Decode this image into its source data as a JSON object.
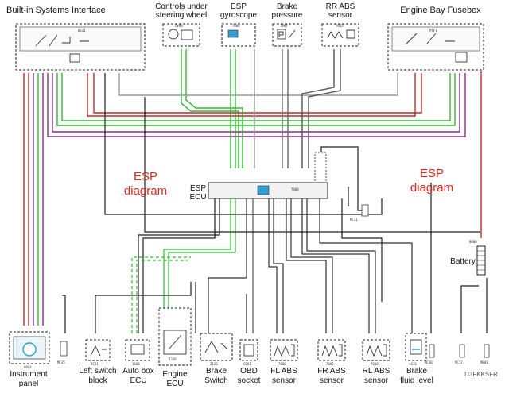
{
  "colors": {
    "green": "#2fbd2f",
    "purple": "#8e2a8e",
    "red_wire": "#c02a2a",
    "grey": "#9a9a9a",
    "black": "#202020",
    "label_red": "#e8281e",
    "connector_cyan": "#2e9fd6"
  },
  "labels": {
    "bsi": "Built-in Systems Interface",
    "steering_l1": "Controls under",
    "steering_l2": "steering wheel",
    "gyro_l1": "ESP",
    "gyro_l2": "gyroscope",
    "brake_p_l1": "Brake",
    "brake_p_l2": "pressure",
    "rr_abs_l1": "RR ABS",
    "rr_abs_l2": "sensor",
    "fusebox": "Engine Bay Fusebox",
    "esp_diagram_left_l1": "ESP",
    "esp_diagram_left_l2": "diagram",
    "esp_diagram_right_l1": "ESP",
    "esp_diagram_right_l2": "diagram",
    "esp_ecu_l1": "ESP",
    "esp_ecu_l2": "ECU",
    "battery": "Battery",
    "instrument_l1": "Instrument",
    "instrument_l2": "panel",
    "left_switch_l1": "Left switch",
    "left_switch_l2": "block",
    "auto_box_l1": "Auto box",
    "auto_box_l2": "ECU",
    "engine_l1": "Engine",
    "engine_l2": "ECU",
    "brake_switch_l1": "Brake",
    "brake_switch_l2": "Switch",
    "obd_l1": "OBD",
    "obd_l2": "socket",
    "fl_abs_l1": "FL ABS",
    "fl_abs_l2": "sensor",
    "fr_abs_l1": "FR ABS",
    "fr_abs_l2": "sensor",
    "rl_abs_l1": "RL ABS",
    "rl_abs_l2": "sensor",
    "brake_fluid_l1": "Brake",
    "brake_fluid_l2": "fluid level",
    "watermark": "D3FKKSFR"
  },
  "codes": {
    "bsi": "BSI1",
    "steering": "CV00",
    "gyro": "7804",
    "brake_p": "7807",
    "rr_abs": "7015",
    "fusebox": "PSF1",
    "esp_ecu": "7800",
    "battery": "BB00",
    "instrument": "0004",
    "mc35": "MC35",
    "left_switch": "BCH1",
    "auto_box": "1660",
    "engine": "1320",
    "brake_switch": "2120",
    "obd": "C001",
    "fl_abs": "7000",
    "fr_abs": "7005",
    "rl_abs": "7010",
    "brake_fluid": "4410",
    "mc30": "MC30",
    "mc12": "MC12",
    "m001": "M001",
    "mc11": "MC11"
  }
}
